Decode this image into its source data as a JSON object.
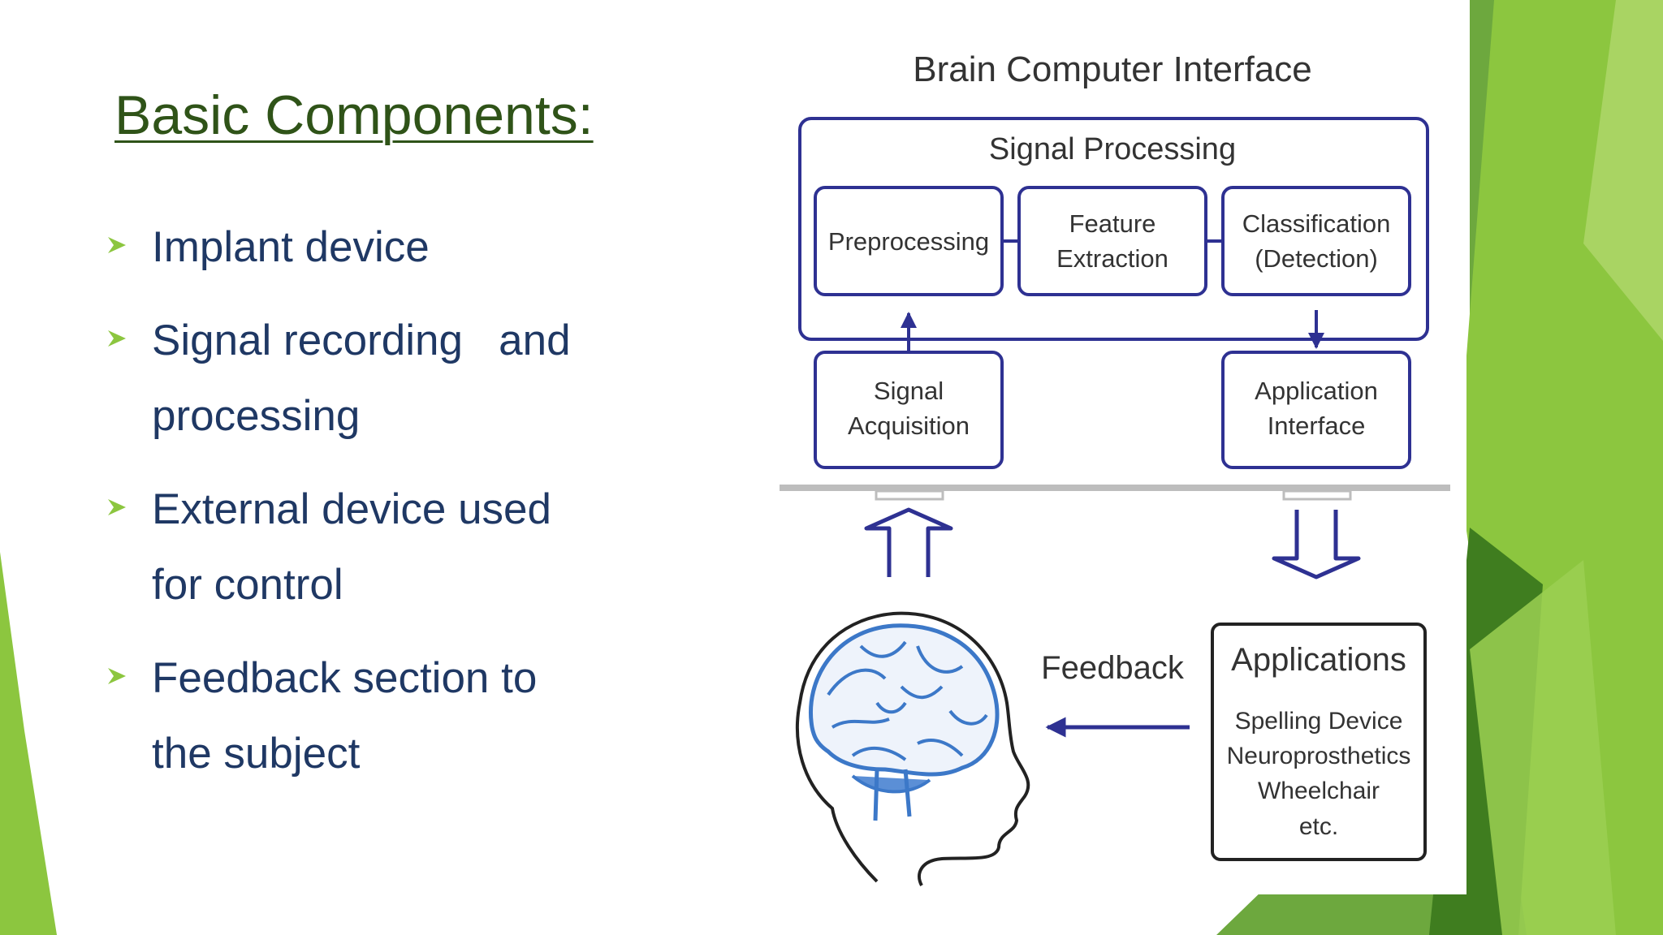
{
  "slide": {
    "title": "Basic Components:",
    "bullets": [
      {
        "text": "Implant device"
      },
      {
        "text": "Signal recording   and\nprocessing"
      },
      {
        "text": "External device used\nfor control"
      },
      {
        "text": "Feedback section to\nthe subject"
      }
    ]
  },
  "diagram": {
    "title": "Brain Computer Interface",
    "signal_processing": {
      "title": "Signal Processing",
      "stages": [
        {
          "lines": [
            "Preprocessing"
          ]
        },
        {
          "lines": [
            "Feature",
            "Extraction"
          ]
        },
        {
          "lines": [
            "Classification",
            "(Detection)"
          ]
        }
      ]
    },
    "signal_acquisition": {
      "lines": [
        "Signal",
        "Acquisition"
      ]
    },
    "application_interface": {
      "lines": [
        "Application",
        "Interface"
      ]
    },
    "feedback_label": "Feedback",
    "applications": {
      "title": "Applications",
      "items": [
        "Spelling Device",
        "Neuroprosthetics",
        "Wheelchair",
        "etc."
      ]
    }
  },
  "colors": {
    "title_green": "#2f5318",
    "bullet_text": "#1f3864",
    "bullet_arrow": "#8cc63f",
    "box_border": "#2e3192",
    "brain_blue": "#3c78c8",
    "deco_green_dark": "#4f8e2a",
    "deco_green_light": "#8cc63f"
  },
  "icons": {
    "bullet": "arrowhead-bullet-icon",
    "head": "brain-head-icon"
  }
}
